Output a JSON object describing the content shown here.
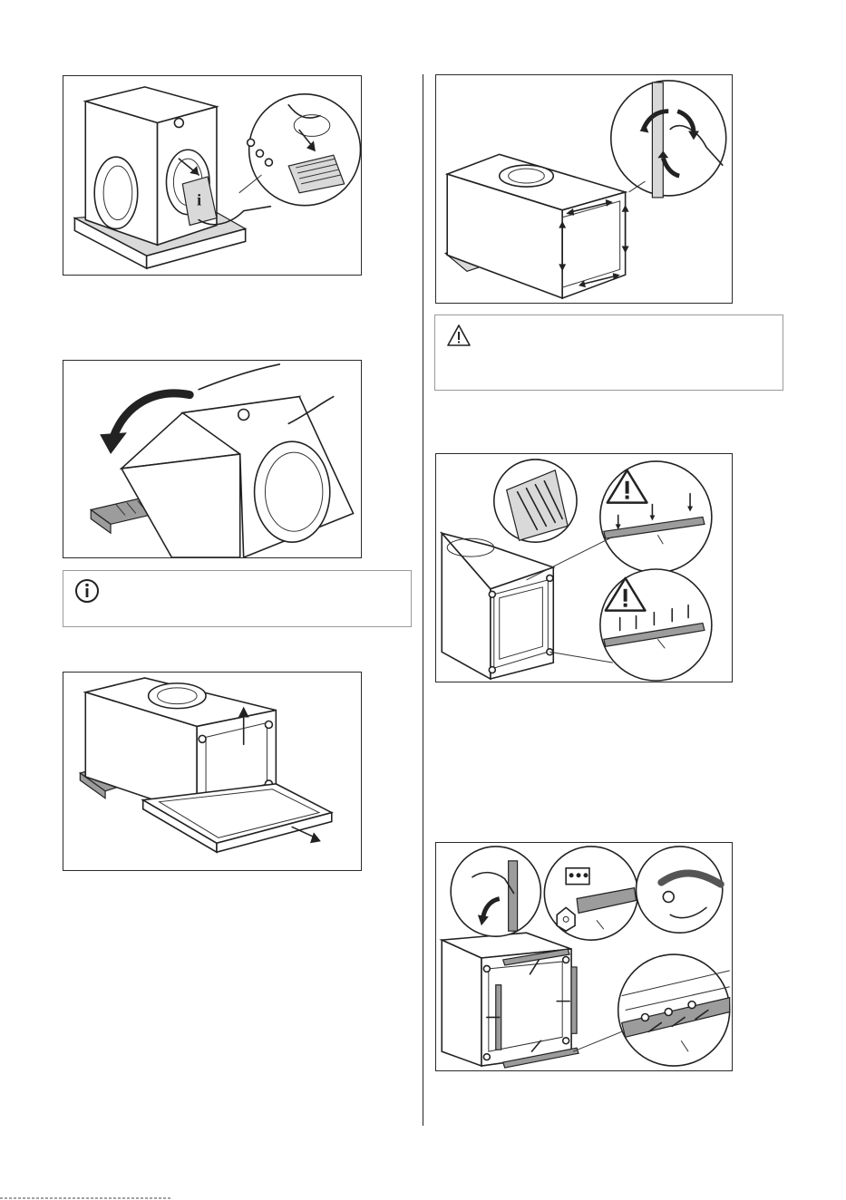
{
  "figures": [
    {
      "id": "fig1",
      "subject": "remove-accessory-bag"
    },
    {
      "id": "fig2",
      "subject": "tilt-machine-backwards"
    },
    {
      "id": "fig3",
      "subject": "remove-base-packaging"
    },
    {
      "id": "fig4",
      "subject": "remove-tape-from-frame"
    },
    {
      "id": "fig5",
      "subject": "protective-strips-adhesive"
    },
    {
      "id": "fig6",
      "subject": "install-strips-on-frame"
    }
  ],
  "notices": [
    {
      "id": "info-notice",
      "icon": "info-icon",
      "text": ""
    },
    {
      "id": "warning-notice",
      "icon": "warning-icon",
      "text": ""
    }
  ],
  "colors": {
    "line": "#222222",
    "fill_grey": "#9c9c9c",
    "fill_light": "#d9d9d9"
  }
}
